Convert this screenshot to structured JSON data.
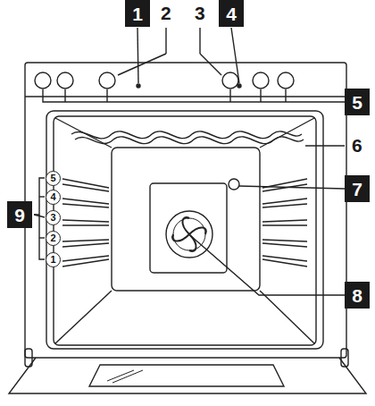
{
  "diagram": {
    "nodes": [
      {
        "text": [
          "1"
        ]
      },
      {
        "text": [
          "4"
        ]
      },
      {
        "text": [
          "5"
        ]
      },
      {
        "text": [
          "7"
        ]
      },
      {
        "text": [
          "5"
        ]
      },
      {
        "text": [
          "4"
        ]
      },
      {
        "text": [
          "9"
        ]
      },
      {
        "text": [
          "3"
        ]
      },
      {
        "text": [
          "2"
        ]
      },
      {
        "text": [
          "1"
        ]
      },
      {
        "text": [
          "8"
        ]
      }
    ],
    "labels": [
      "2",
      "3",
      "6"
    ]
  }
}
